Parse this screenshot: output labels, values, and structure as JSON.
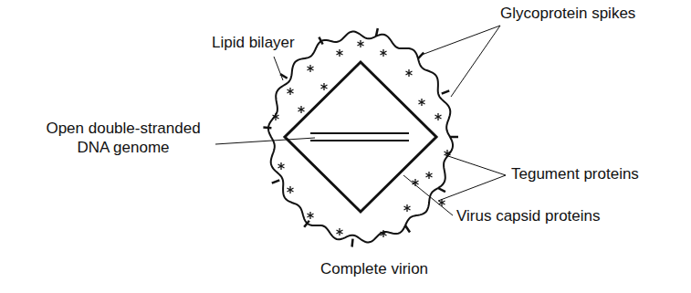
{
  "diagram": {
    "caption": "Complete virion",
    "labels": [
      "Glycoprotein spikes",
      "Lipid bilayer",
      "Open double-stranded DNA genome",
      "Tegument proteins",
      "Virus capsid proteins"
    ]
  }
}
